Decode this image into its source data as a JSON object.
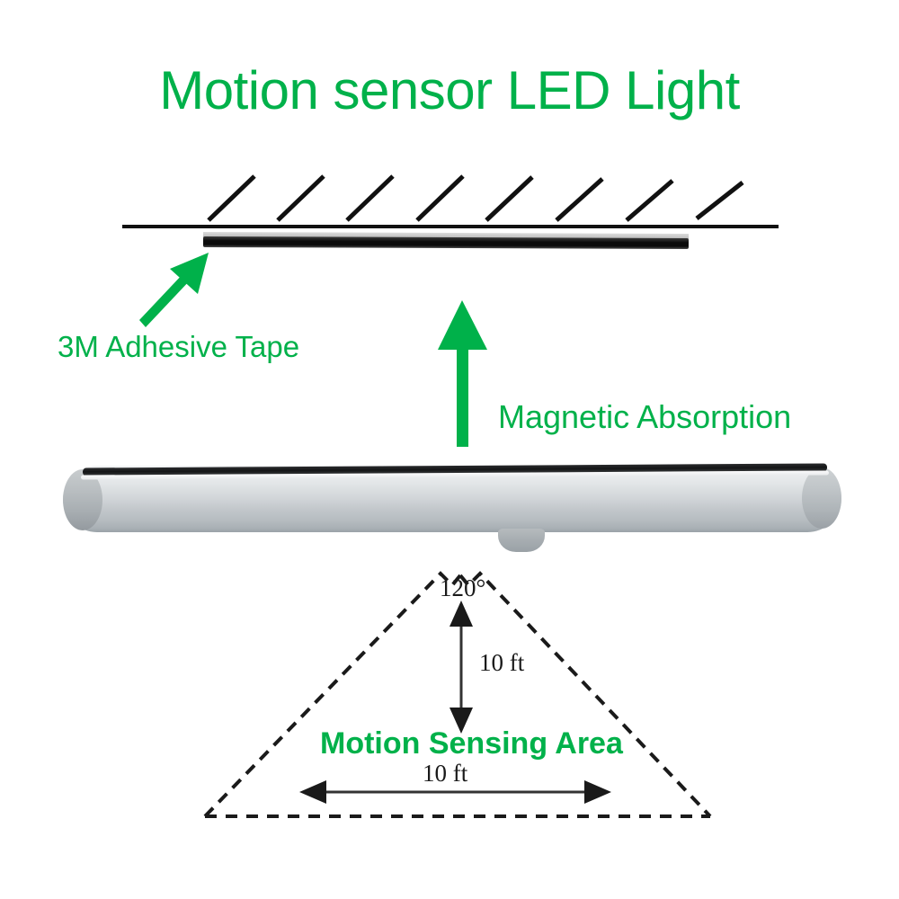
{
  "page": {
    "title": "Motion sensor LED Light",
    "background_color": "#ffffff",
    "accent_green": "#00b14a",
    "line_color": "#111111"
  },
  "title": {
    "text": "Motion sensor LED Light"
  },
  "mounting_diagram": {
    "surface_label": "hatched-mounting-surface",
    "hatch_count": 8,
    "adhesive": {
      "label": "3M Adhesive Tape",
      "arrow": "diagonal-up-right-arrow",
      "arrow_color": "#00b14a"
    },
    "magnetic": {
      "label": "Magnetic Absorption",
      "arrow": "vertical-up-arrow",
      "arrow_color": "#00b14a"
    }
  },
  "product": {
    "name": "led-light-bar",
    "body_color": "#d2d6d9",
    "cap_color": "#a7adb1",
    "top_strip_color": "#141516",
    "sensor": "pir-sensor-dome"
  },
  "sensing": {
    "area_label": "Motion Sensing Area",
    "angle": "120°",
    "height": "10 ft",
    "width": "10 ft",
    "outline_style": "dashed-triangle"
  }
}
